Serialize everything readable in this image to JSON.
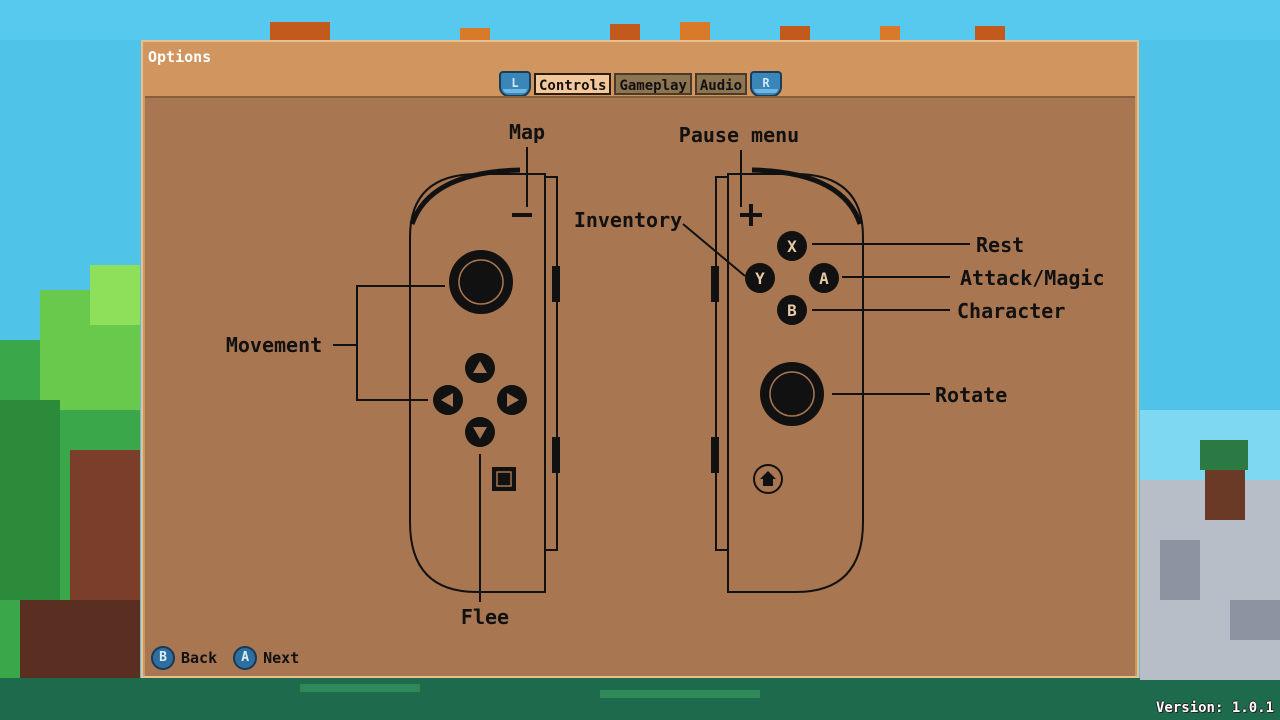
{
  "dialog": {
    "title": "Options",
    "tabs": [
      {
        "label": "Controls",
        "active": true
      },
      {
        "label": "Gameplay",
        "active": false
      },
      {
        "label": "Audio",
        "active": false
      }
    ],
    "shoulder_left": "L",
    "shoulder_right": "R"
  },
  "controls": {
    "map": "Map",
    "pause": "Pause menu",
    "inventory": "Inventory",
    "rest": "Rest",
    "attack": "Attack/Magic",
    "character": "Character",
    "movement": "Movement",
    "rotate": "Rotate",
    "flee": "Flee",
    "button_x": "X",
    "button_y": "Y",
    "button_a": "A",
    "button_b": "B"
  },
  "footer": {
    "back_glyph": "B",
    "back_label": "Back",
    "next_glyph": "A",
    "next_label": "Next"
  },
  "version": "Version: 1.0.1",
  "colors": {
    "dialog_frame": "#d1965f",
    "panel": "#a87650",
    "sky": "#4fc3e8"
  }
}
